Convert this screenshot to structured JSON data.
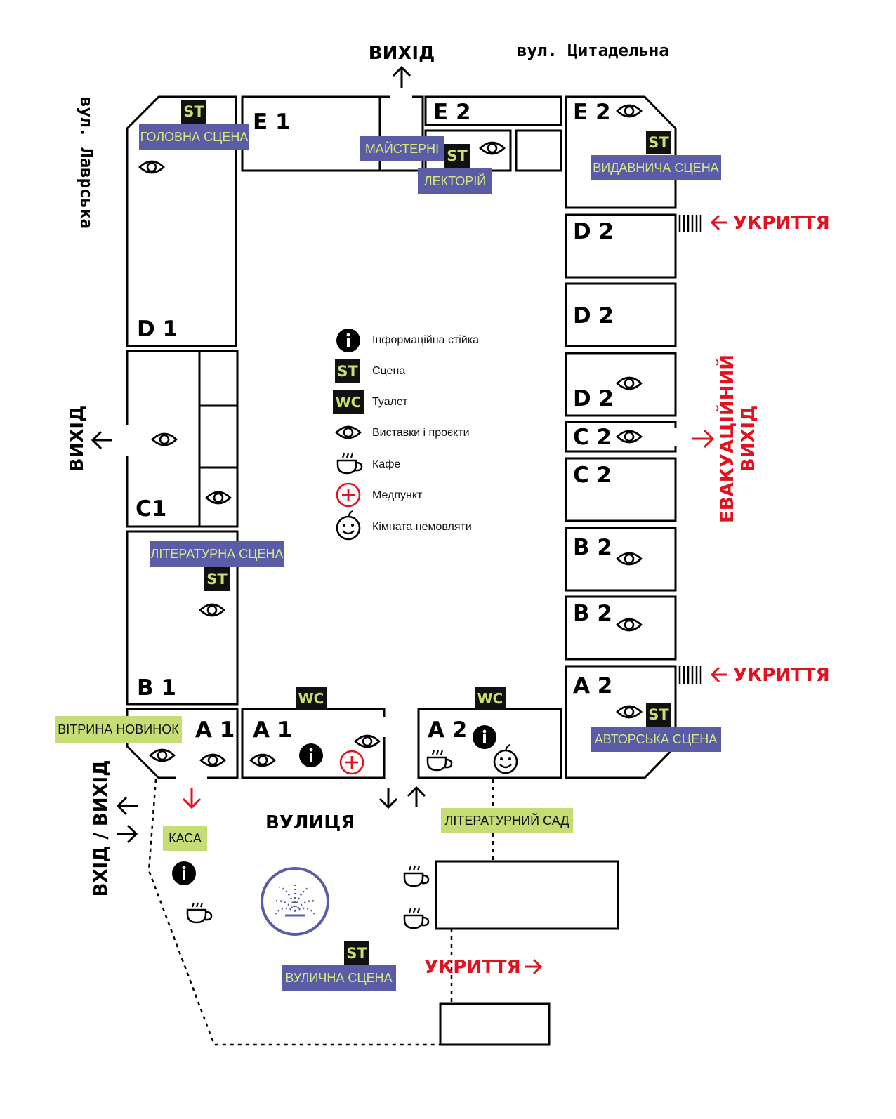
{
  "streets": {
    "top": "вул. Цитадельна",
    "left": "вул. Лаврська"
  },
  "exits": {
    "top": "ВИХІД",
    "left": "ВИХІД",
    "bottom_left": "ВХІД / ВИХІД"
  },
  "shelter_label": "УКРИТТЯ",
  "evacuation_exit": {
    "line1": "ЕВАКУАЦІЙНИЙ",
    "line2": "ВИХІД"
  },
  "street_area_label": "ВУЛИЦЯ",
  "rooms": {
    "e1": "E 1",
    "e2_top": "E 2",
    "e2_corner": "E 2",
    "d1": "D 1",
    "c1": "C1",
    "b1": "B 1",
    "a1_left": "A 1",
    "a1_mid": "A 1",
    "a2_mid": "A 2",
    "d2_1": "D 2",
    "d2_2": "D 2",
    "d2_3": "D 2",
    "c2_1": "C 2",
    "c2_2": "C 2",
    "b2_1": "B 2",
    "b2_2": "B 2",
    "a2_right": "A 2"
  },
  "venues": {
    "main_stage": "ГОЛОВНА СЦЕНА",
    "workshops": "МАЙСТЕРНІ",
    "lecture_hall": "ЛЕКТОРІЙ",
    "publishing_stage": "ВИДАВНИЧА СЦЕНА",
    "literary_stage": "ЛІТЕРАТУРНА СЦЕНА",
    "authors_stage": "АВТОРСЬКА СЦЕНА",
    "street_stage": "ВУЛИЧНА СЦЕНА",
    "new_releases": "ВІТРИНА НОВИНОК",
    "ticket_office": "КАСА",
    "literary_garden": "ЛІТЕРАТУРНИЙ САД"
  },
  "badges": {
    "stage": "ST",
    "toilet": "WC",
    "info": "i"
  },
  "legend": [
    {
      "icon": "info-icon",
      "label": "Інформаційна стійка"
    },
    {
      "icon": "stage-icon",
      "label": "Сцена"
    },
    {
      "icon": "toilet-icon",
      "label": "Туалет"
    },
    {
      "icon": "eye-icon",
      "label": "Виставки і проєкти"
    },
    {
      "icon": "cafe-icon",
      "label": "Кафе"
    },
    {
      "icon": "medical-icon",
      "label": "Медпункт"
    },
    {
      "icon": "baby-room-icon",
      "label": "Кімната немовляти"
    }
  ],
  "colors": {
    "venue_bg": "#5b5ca8",
    "venue_text": "#d6e97d",
    "area_bg": "#c5dd74",
    "badge_bg": "#111111",
    "badge_text": "#c9e06c",
    "alert": "#e3101e",
    "fountain": "#5b5ca8"
  }
}
